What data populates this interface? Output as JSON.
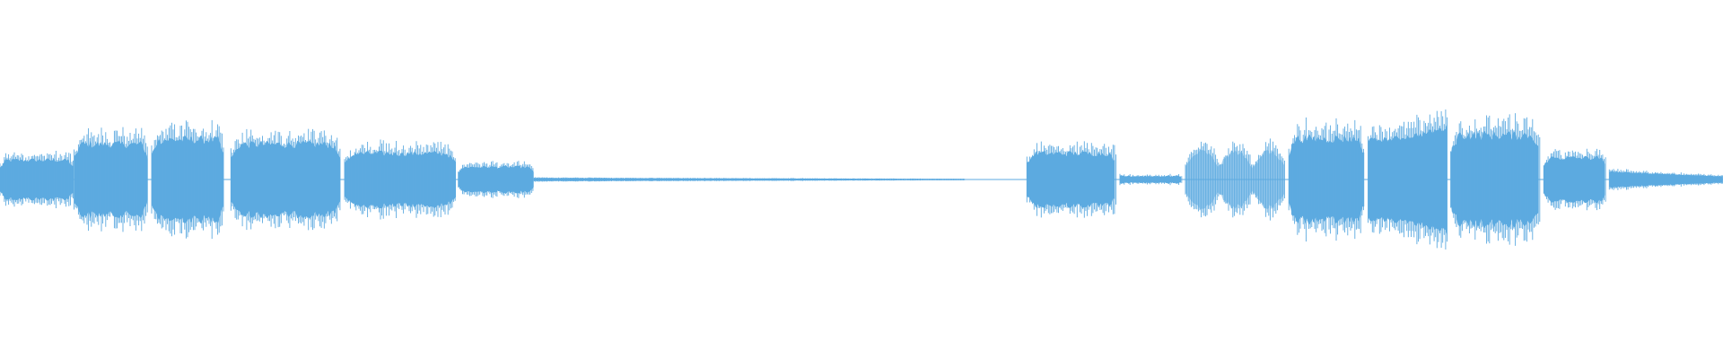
{
  "waveform": {
    "color": "#5DAAE0",
    "background": "#FFFFFF",
    "segments": [
      {
        "start": 0.0,
        "end": 0.043,
        "peak": 0.17,
        "style": "dense"
      },
      {
        "start": 0.043,
        "end": 0.086,
        "peak": 0.31,
        "style": "dense"
      },
      {
        "start": 0.088,
        "end": 0.13,
        "peak": 0.35,
        "style": "dense"
      },
      {
        "start": 0.134,
        "end": 0.198,
        "peak": 0.31,
        "style": "dense"
      },
      {
        "start": 0.2,
        "end": 0.265,
        "peak": 0.23,
        "style": "dense"
      },
      {
        "start": 0.266,
        "end": 0.31,
        "peak": 0.11,
        "style": "dense"
      },
      {
        "start": 0.31,
        "end": 0.56,
        "peak": 0.012,
        "style": "tail"
      },
      {
        "start": 0.596,
        "end": 0.648,
        "peak": 0.23,
        "style": "dense"
      },
      {
        "start": 0.65,
        "end": 0.686,
        "peak": 0.03,
        "style": "faint"
      },
      {
        "start": 0.688,
        "end": 0.746,
        "peak": 0.22,
        "style": "sparse"
      },
      {
        "start": 0.748,
        "end": 0.792,
        "peak": 0.36,
        "style": "dense"
      },
      {
        "start": 0.794,
        "end": 0.84,
        "peak": 0.4,
        "style": "swell"
      },
      {
        "start": 0.842,
        "end": 0.894,
        "peak": 0.39,
        "style": "dense"
      },
      {
        "start": 0.896,
        "end": 0.932,
        "peak": 0.19,
        "style": "dense"
      },
      {
        "start": 0.934,
        "end": 1.0,
        "peak": 0.06,
        "style": "tail"
      }
    ]
  }
}
